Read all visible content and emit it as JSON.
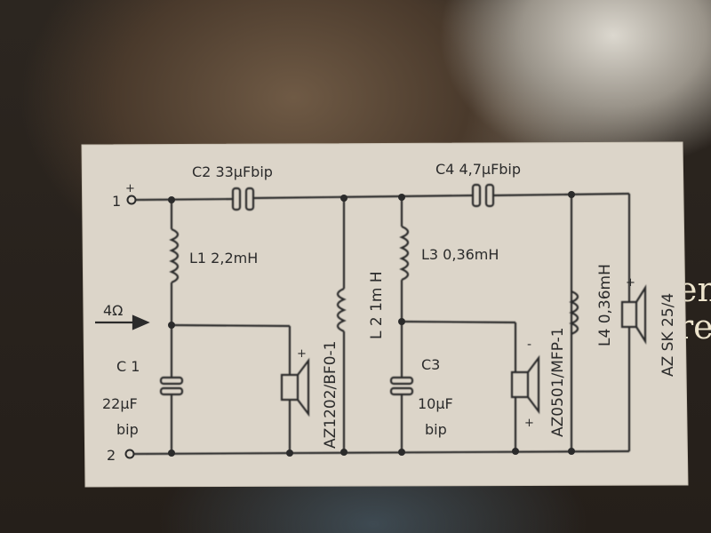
{
  "background": {
    "text_line1": "en",
    "text_line2": "re"
  },
  "schematic": {
    "terminal_1": "1",
    "terminal_1_sign": "+",
    "terminal_2": "2",
    "impedance": "4Ω",
    "c2_label": "C2  33µFbip",
    "c4_label": "C4  4,7µFbip",
    "l1_label": "L1  2,2mH",
    "l3_label": "L3  0,36mH",
    "l2_label": "L 2  1m H",
    "l4_label": "L4 0,36mH",
    "c1_name": "C 1",
    "c1_value": "22µF",
    "c1_type": "bip",
    "c3_name": "C3",
    "c3_value": "10µF",
    "c3_type": "bip",
    "woofer_model": "AZ1202/BF0-1",
    "mid_model": "AZ0501/MFP-1",
    "tweeter_model": "AZ SK 25/4",
    "polarity_plus": "+",
    "polarity_minus": "-"
  },
  "colors": {
    "card": "#dcd5c9",
    "ink": "#2b2b2b"
  }
}
